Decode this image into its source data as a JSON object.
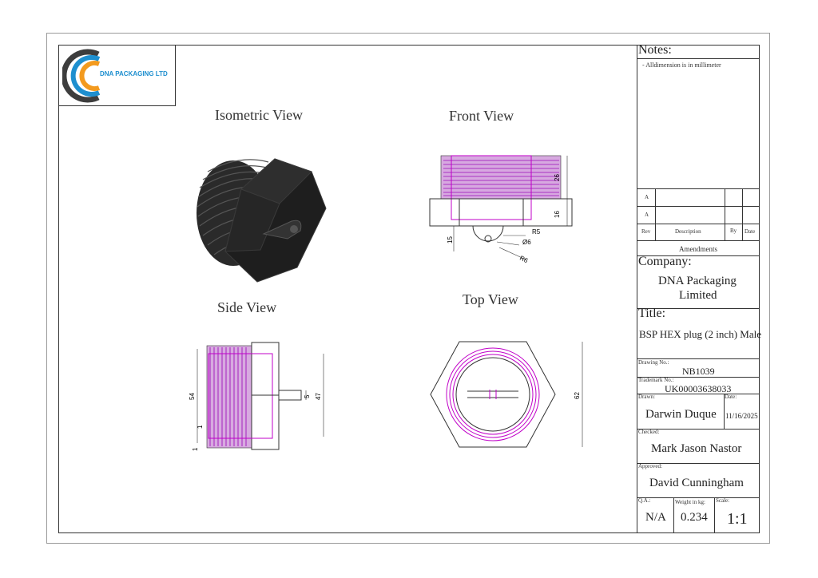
{
  "logo": {
    "text": "DNA PACKAGING LTD",
    "colors": {
      "orange": "#f39a1e",
      "blue": "#1e8fcf",
      "gray": "#3d3d3d"
    }
  },
  "views": {
    "isometric": "Isometric View",
    "front": "Front View",
    "side": "Side View",
    "top": "Top View"
  },
  "dimensions": {
    "front": {
      "d1": "26",
      "d2": "16",
      "d3": "15",
      "r5": "R5",
      "dia6": "Ø6",
      "r6": "R6"
    },
    "side": {
      "d1": "54",
      "d2": "47",
      "d3": "5",
      "d4": "1",
      "d5": "1"
    },
    "top": {
      "d1": "62"
    }
  },
  "title_block": {
    "notes_label": "Notes:",
    "note_1": "-     Alldimension is in millimeter",
    "rev_rows": [
      "A",
      "A"
    ],
    "rev_header": {
      "rev": "Rev",
      "description": "Description",
      "by": "By",
      "date": "Date"
    },
    "amendments": "Amendments",
    "company_label": "Company:",
    "company_line1": "DNA Packaging",
    "company_line2": "Limited",
    "title_label": "Title:",
    "title": "BSP HEX plug (2 inch) Male",
    "drawing_no_label": "Drawing No.:",
    "drawing_no": "NB1039",
    "trademark_label": "Trademark No.:",
    "trademark_no": "UK00003638033",
    "drawn_label": "Drawn:",
    "drawn_by": "Darwin Duque",
    "date_label": "Date:",
    "date": "11/16/2025",
    "checked_label": "Checked:",
    "checked_by": "Mark Jason Nastor",
    "approved_label": "Approved:",
    "approved_by": "David Cunningham",
    "qa_label": "Q.A.:",
    "qa": "N/A",
    "weight_label": "Weight in kg:",
    "weight": "0.234",
    "scale_label": "Scale:",
    "scale": "1:1"
  }
}
